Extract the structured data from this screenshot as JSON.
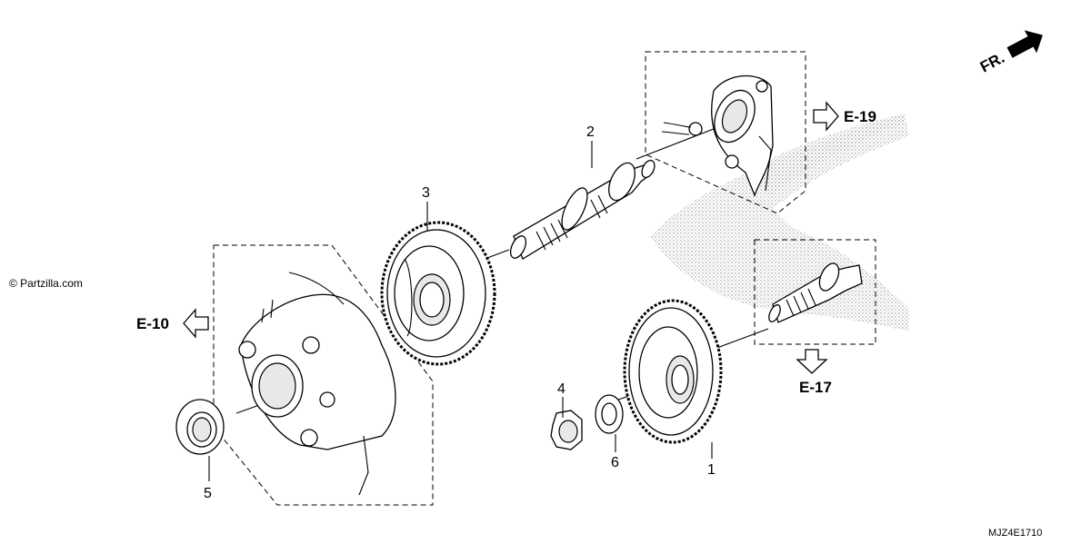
{
  "watermark": "© Partzilla.com",
  "diagram_code": "MJZ4E1710",
  "front_indicator": "FR.",
  "callouts": [
    {
      "id": "1",
      "label": "1"
    },
    {
      "id": "2",
      "label": "2"
    },
    {
      "id": "3",
      "label": "3"
    },
    {
      "id": "4",
      "label": "4"
    },
    {
      "id": "5",
      "label": "5"
    },
    {
      "id": "6",
      "label": "6"
    }
  ],
  "refs": [
    {
      "id": "E-10",
      "label": "E-10"
    },
    {
      "id": "E-17",
      "label": "E-17"
    },
    {
      "id": "E-19",
      "label": "E-19"
    }
  ]
}
